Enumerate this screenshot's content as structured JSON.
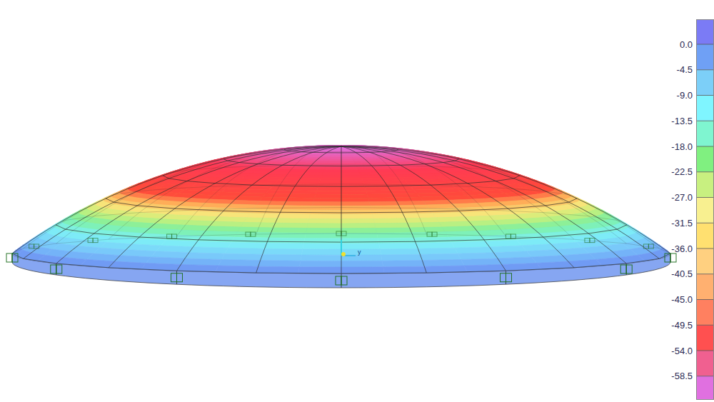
{
  "diagram": {
    "labels": [
      "0.0",
      "-4.5",
      "-9.0",
      "-13.5",
      "-18.0",
      "-22.5",
      "-27.0",
      "-31.5",
      "-36.0",
      "-40.5",
      "-45.0",
      "-49.5",
      "-54.0",
      "-58.5",
      "y"
    ]
  }
}
